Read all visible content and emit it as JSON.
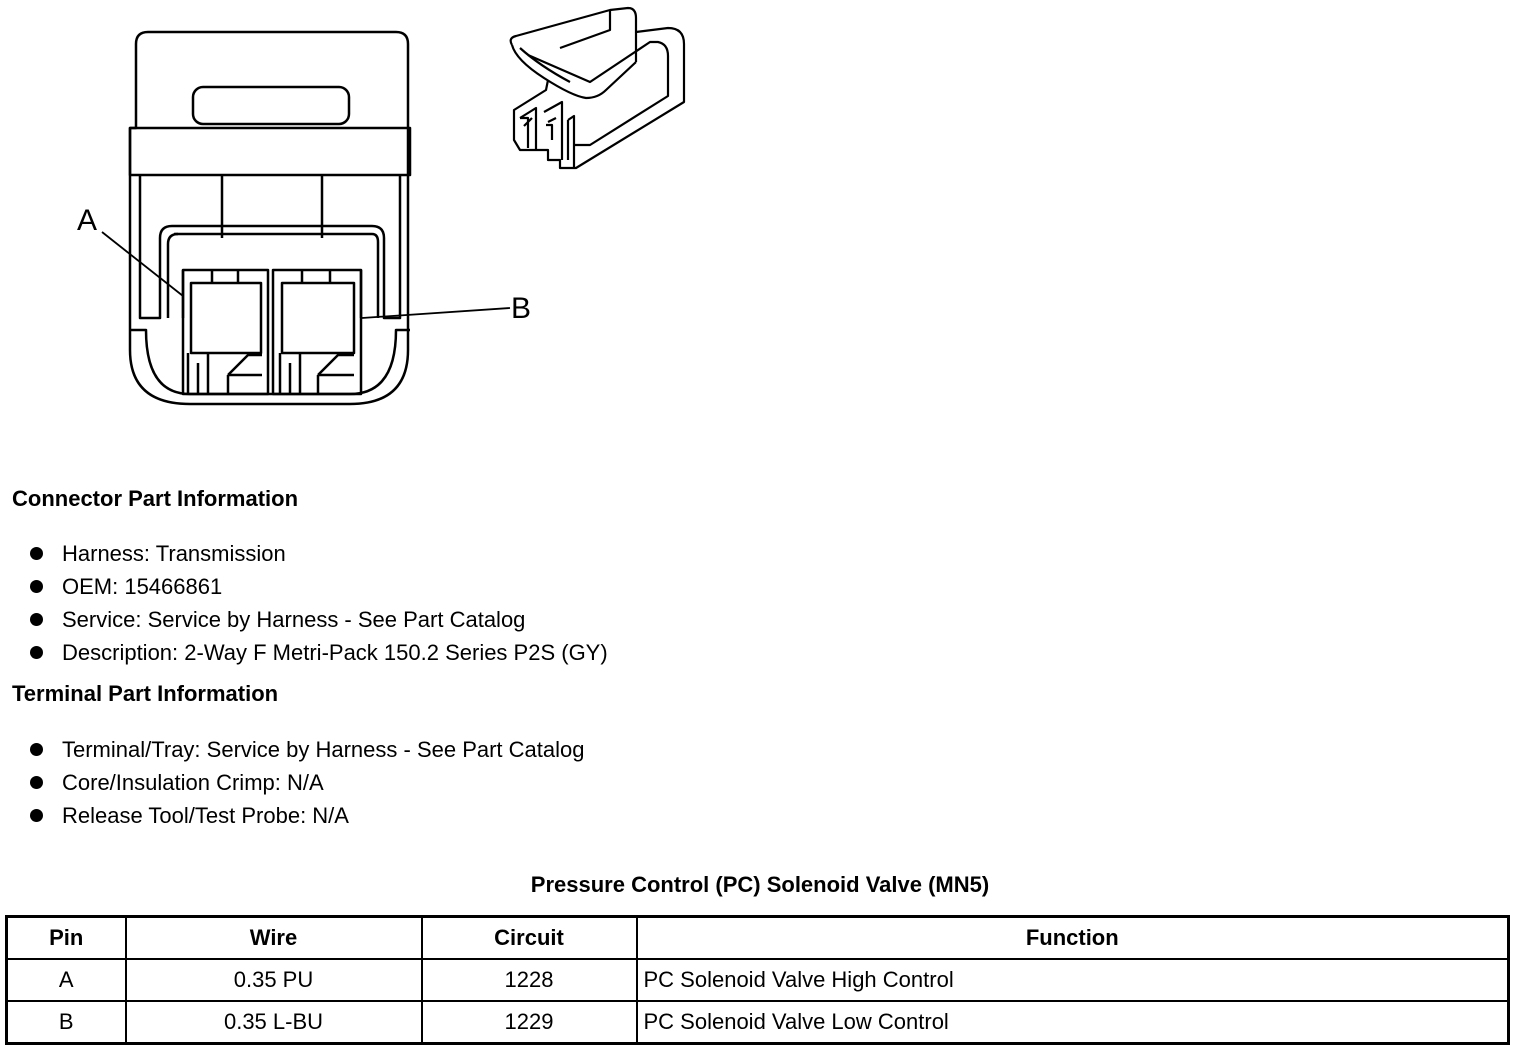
{
  "diagram": {
    "pin_a_label": "A",
    "pin_b_label": "B"
  },
  "connector": {
    "title": "Connector Part Information",
    "items": [
      "Harness: Transmission",
      "OEM: 15466861",
      "Service: Service by Harness - See Part Catalog",
      "Description: 2-Way F Metri-Pack 150.2 Series P2S (GY)"
    ]
  },
  "terminal": {
    "title": "Terminal Part Information",
    "items": [
      "Terminal/Tray: Service by Harness - See Part Catalog",
      "Core/Insulation Crimp: N/A",
      "Release Tool/Test Probe: N/A"
    ]
  },
  "table": {
    "title": "Pressure Control (PC) Solenoid Valve (MN5)",
    "headers": [
      "Pin",
      "Wire",
      "Circuit",
      "Function"
    ],
    "rows": [
      [
        "A",
        "0.35 PU",
        "1228",
        "PC Solenoid Valve High Control"
      ],
      [
        "B",
        "0.35 L-BU",
        "1229",
        "PC Solenoid Valve Low Control"
      ]
    ]
  }
}
